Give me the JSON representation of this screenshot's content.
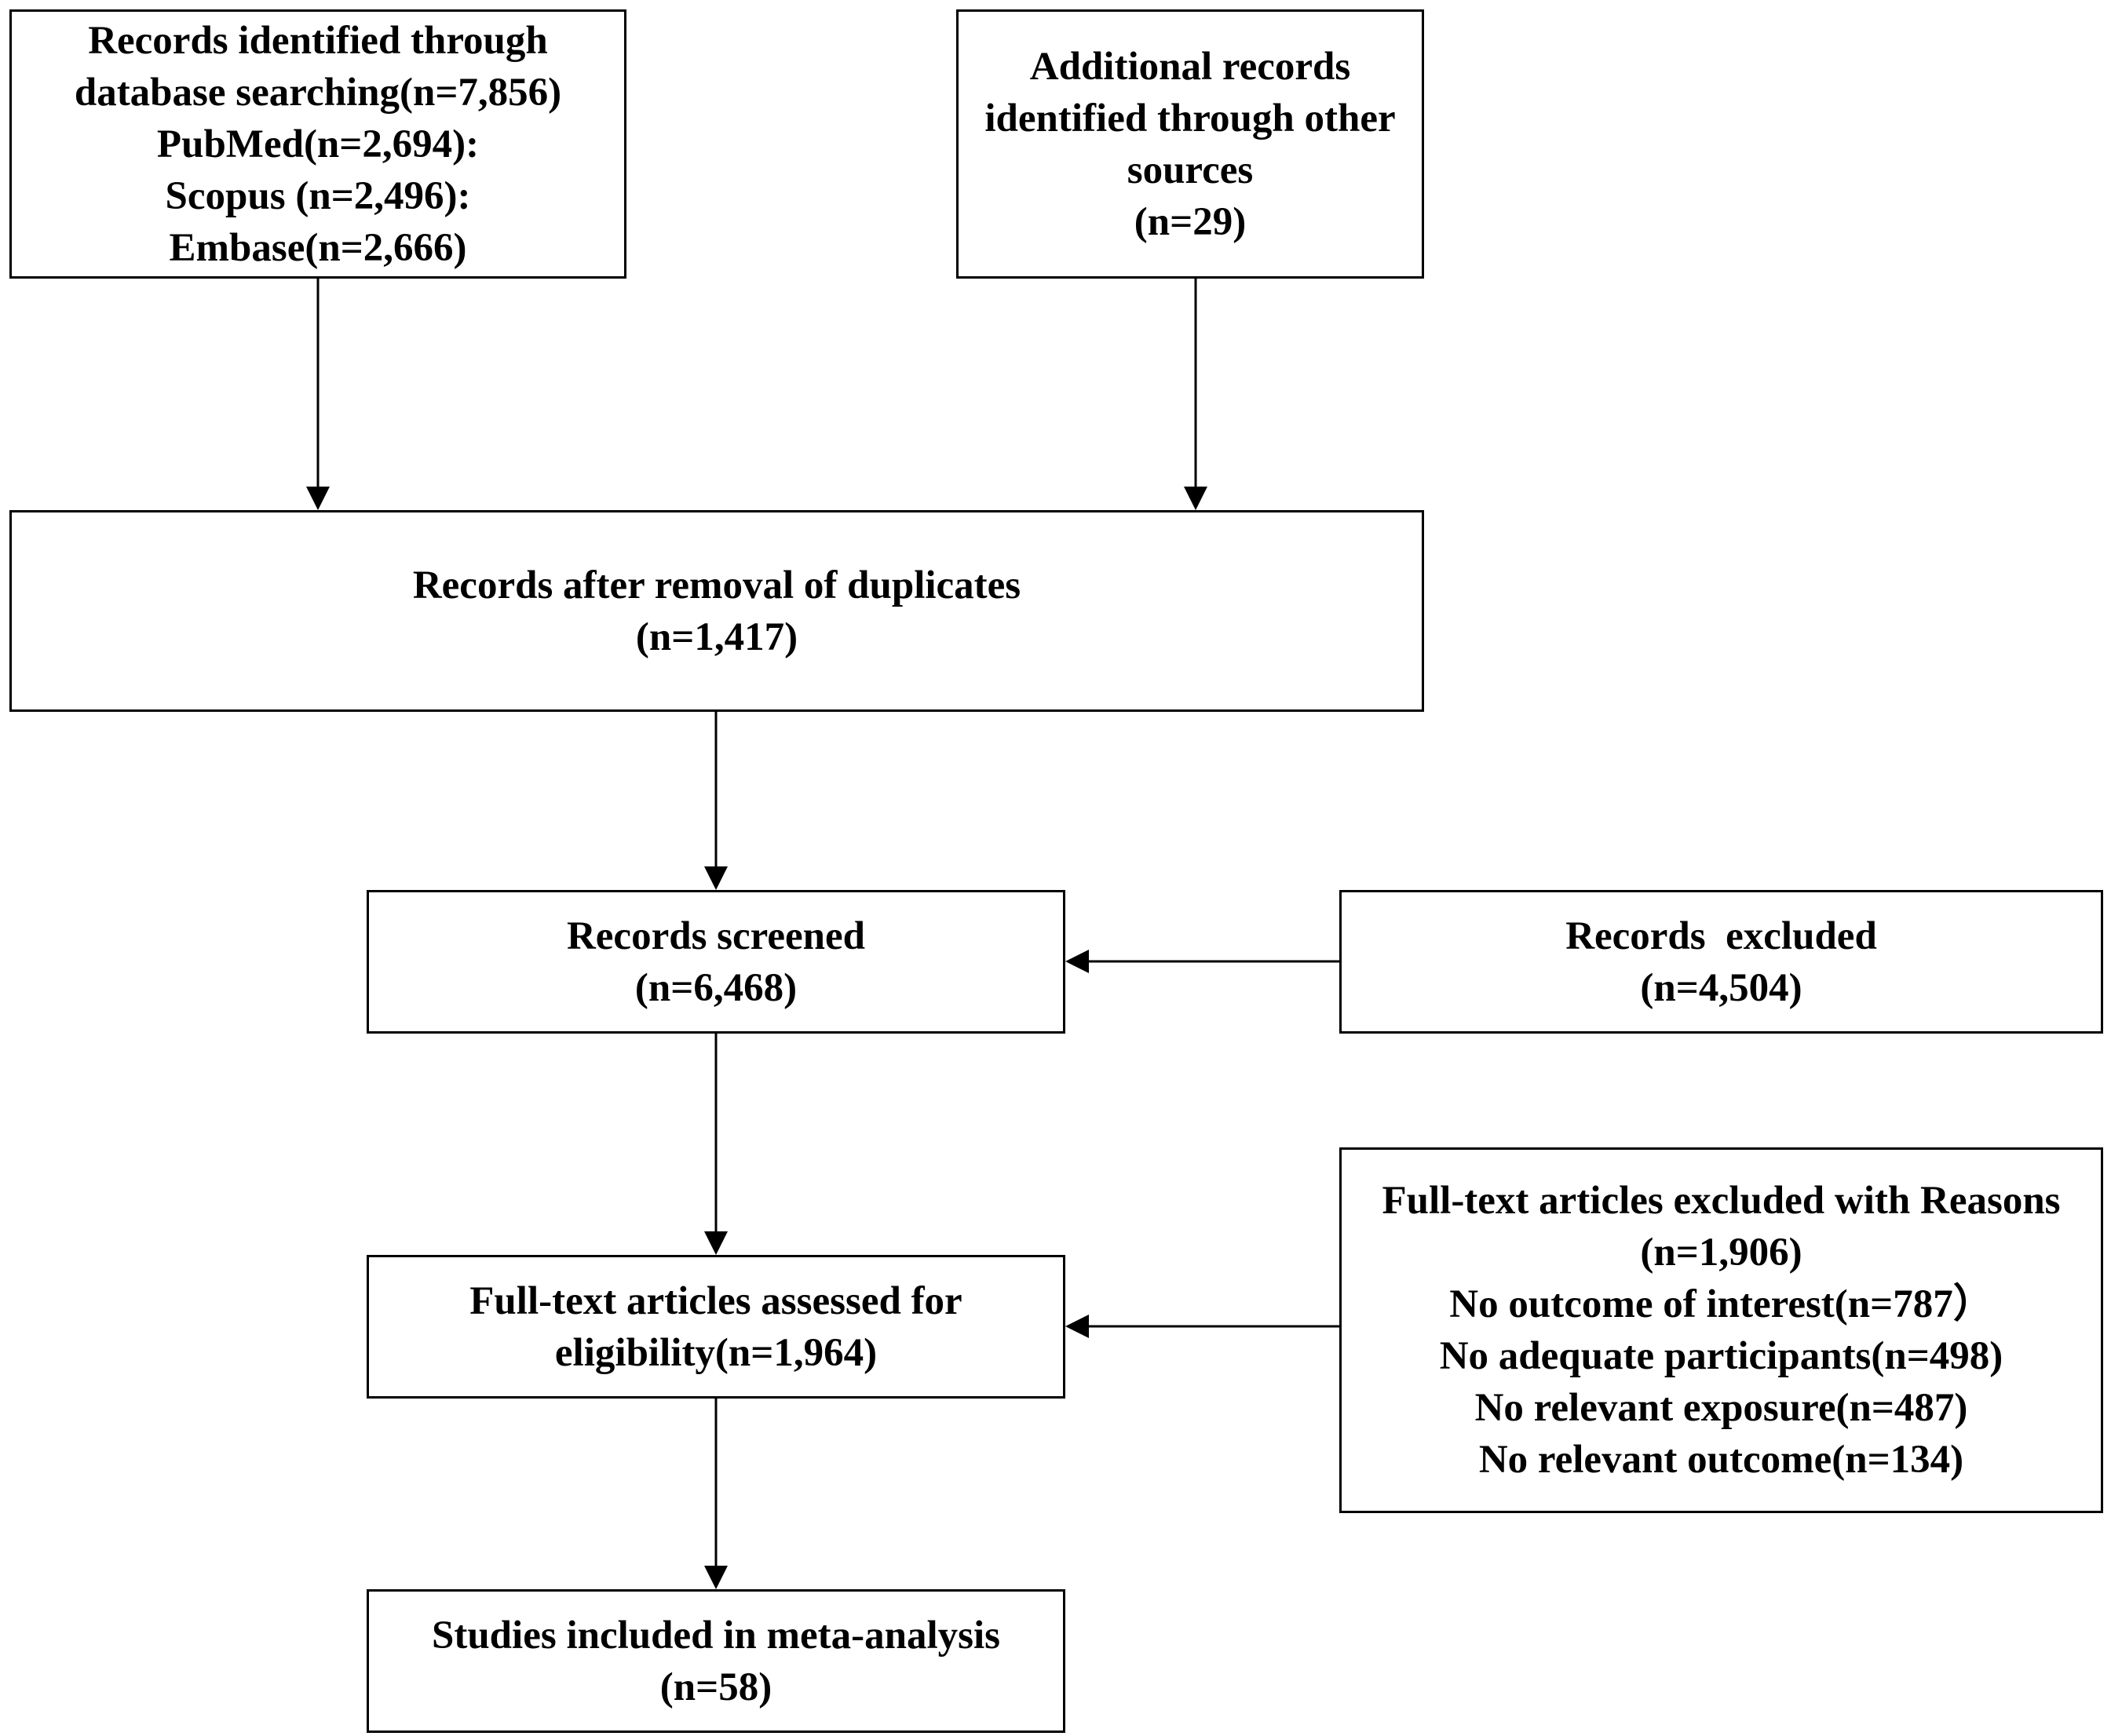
{
  "flowchart": {
    "identification_database": {
      "lines": [
        "Records identified through",
        "database searching(n=7,856)",
        "PubMed(n=2,694):",
        "Scopus (n=2,496):",
        "Embase(n=2,666)"
      ]
    },
    "identification_other": {
      "lines": [
        "Additional records",
        "identified through other",
        "sources",
        "(n=29)"
      ]
    },
    "after_duplicates": {
      "lines": [
        "Records after removal of duplicates",
        "(n=1,417)"
      ]
    },
    "screened": {
      "lines": [
        "Records screened",
        "(n=6,468)"
      ]
    },
    "excluded": {
      "lines": [
        "Records  excluded",
        "(n=4,504)"
      ]
    },
    "full_text_assessed": {
      "lines": [
        "Full-text articles assessed for",
        "eligibility(n=1,964)"
      ]
    },
    "full_text_excluded": {
      "lines": [
        "Full-text articles excluded with Reasons",
        "(n=1,906)",
        "No outcome of interest(n=787）",
        "No adequate participants(n=498)",
        "No relevant exposure(n=487)",
        "No relevant outcome(n=134)"
      ]
    },
    "included": {
      "lines": [
        "Studies included in meta-analysis",
        "(n=58)"
      ]
    }
  }
}
